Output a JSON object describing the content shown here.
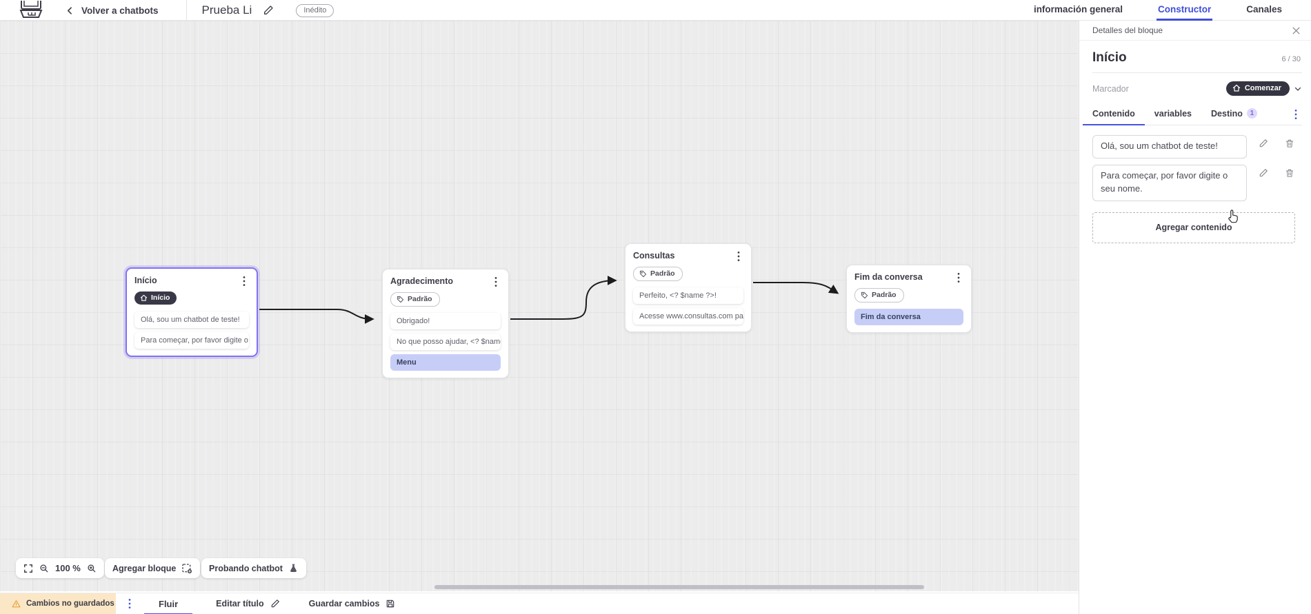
{
  "topbar": {
    "back_label": "Volver a chatbots",
    "flow_title": "Prueba Li",
    "status_badge": "Inédito",
    "tabs": [
      {
        "label": "información general"
      },
      {
        "label": "Constructor"
      },
      {
        "label": "Canales"
      }
    ]
  },
  "canvas": {
    "zoom_level": "100 %",
    "add_block_label": "Agregar bloque",
    "test_chatbot_label": "Probando chatbot",
    "nodes": [
      {
        "title": "Início",
        "badge": "Início",
        "rows": [
          {
            "text": "Olá, sou um chatbot de teste!"
          },
          {
            "text": "Para começar, por favor digite o ..."
          }
        ]
      },
      {
        "title": "Agradecimento",
        "badge": "Padrão",
        "rows": [
          {
            "text": "Obrigado!"
          },
          {
            "text": "No que posso ajudar, <? $name ..."
          },
          {
            "text": "Menu"
          }
        ]
      },
      {
        "title": "Consultas",
        "badge": "Padrão",
        "rows": [
          {
            "text": "Perfeito, <? $name ?>!"
          },
          {
            "text": "Acesse www.consultas.com par..."
          }
        ]
      },
      {
        "title": "Fim da conversa",
        "badge": "Padrão",
        "rows": [
          {
            "text": "Fim da conversa"
          }
        ]
      }
    ]
  },
  "panel": {
    "header": "Detalles del bloque",
    "block_name": "Início",
    "char_counter": "6 / 30",
    "marker_label": "Marcador",
    "marker_value": "Comenzar",
    "tabs": [
      {
        "label": "Contenido"
      },
      {
        "label": "variables"
      },
      {
        "label": "Destino",
        "badge": "1"
      }
    ],
    "contents": [
      {
        "text": "Olá, sou um chatbot de teste!"
      },
      {
        "text": "Para começar, por favor digite o seu nome."
      }
    ],
    "add_content_label": "Agregar contenido"
  },
  "statusbar": {
    "unsaved_label": "Cambios no guardados",
    "flow_tab_label": "Fluir",
    "edit_title_label": "Editar título",
    "save_label": "Guardar cambios"
  },
  "colors": {
    "accent_indigo": "#4653d6",
    "tab_blue": "#3f4ed8",
    "selection_purple": "#8172f2",
    "menu_row_bg": "#c6cef7",
    "dark_pill_bg": "#393847",
    "unsaved_bg": "#fbe7c6",
    "warning_orange": "#e9a23b",
    "canvas_bg": "#ececec"
  }
}
